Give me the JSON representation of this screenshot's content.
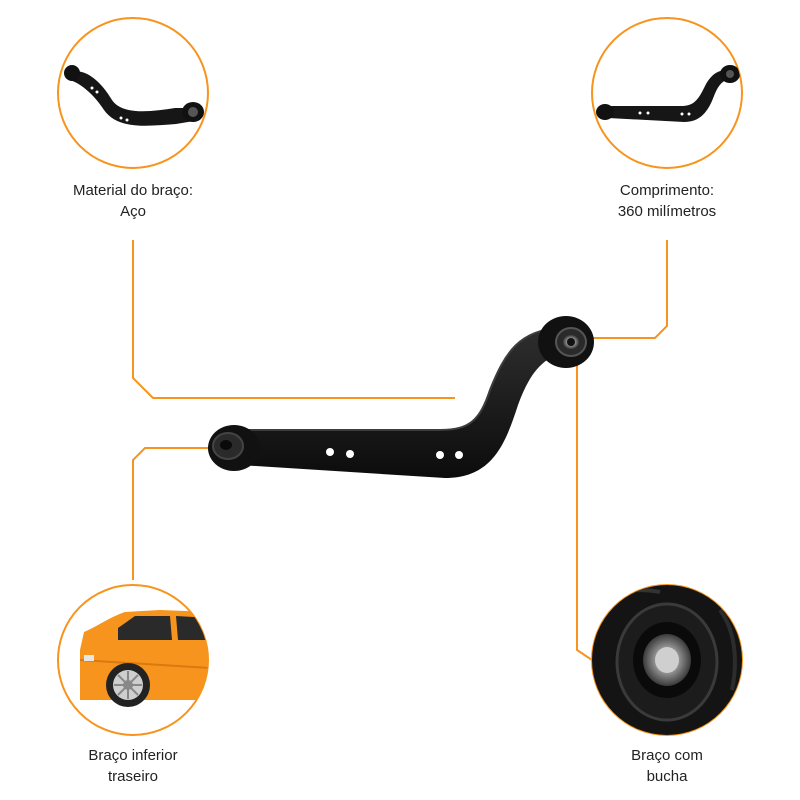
{
  "colors": {
    "accent": "#f7941d",
    "metal": "#1a1a1a",
    "car_body": "#f7941d"
  },
  "callouts": [
    {
      "id": "material",
      "line1": "Material do braço:",
      "line2": "Aço"
    },
    {
      "id": "length",
      "line1": "Comprimento:",
      "line2": "360 milímetros"
    },
    {
      "id": "lower",
      "line1": "Braço inferior",
      "line2": "traseiro"
    },
    {
      "id": "bush",
      "line1": "Braço com",
      "line2": "bucha"
    }
  ]
}
